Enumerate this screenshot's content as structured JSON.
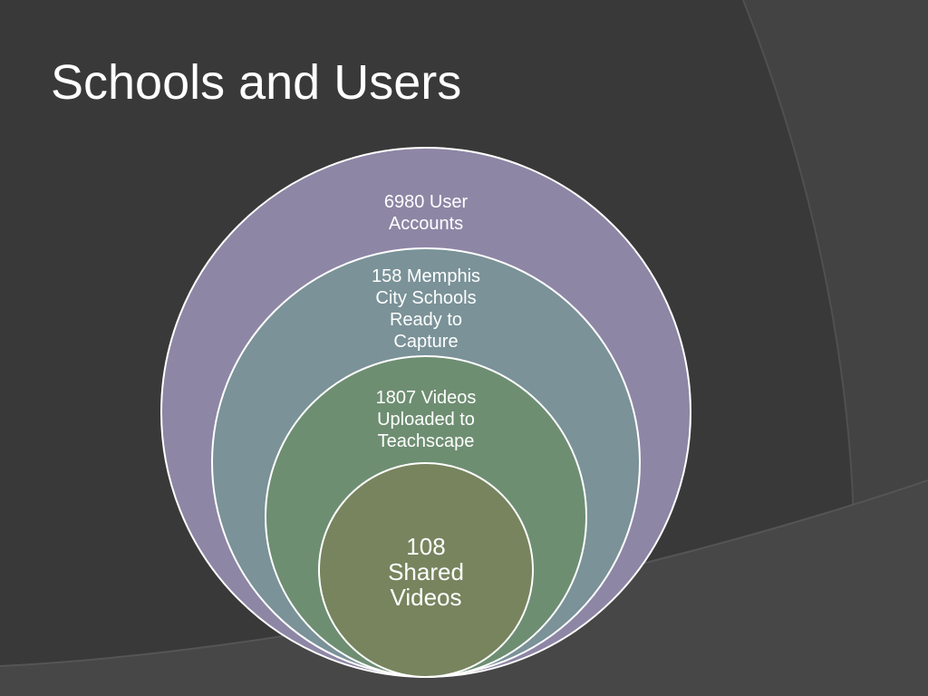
{
  "slide": {
    "title": "Schools and Users"
  },
  "diagram": {
    "rings": [
      {
        "label": "6980 User\nAccounts",
        "color": "#8e86a5"
      },
      {
        "label": "158 Memphis\nCity Schools\nReady to\nCapture",
        "color": "#7a9298"
      },
      {
        "label": "1807 Videos\nUploaded to\nTeachscape",
        "color": "#6e8e72"
      },
      {
        "label": "108\nShared\nVideos",
        "color": "#77845e"
      }
    ]
  },
  "colors": {
    "background": "#393939",
    "background_band": "#444444",
    "ring_outline": "#ffffff",
    "text": "#ffffff"
  }
}
